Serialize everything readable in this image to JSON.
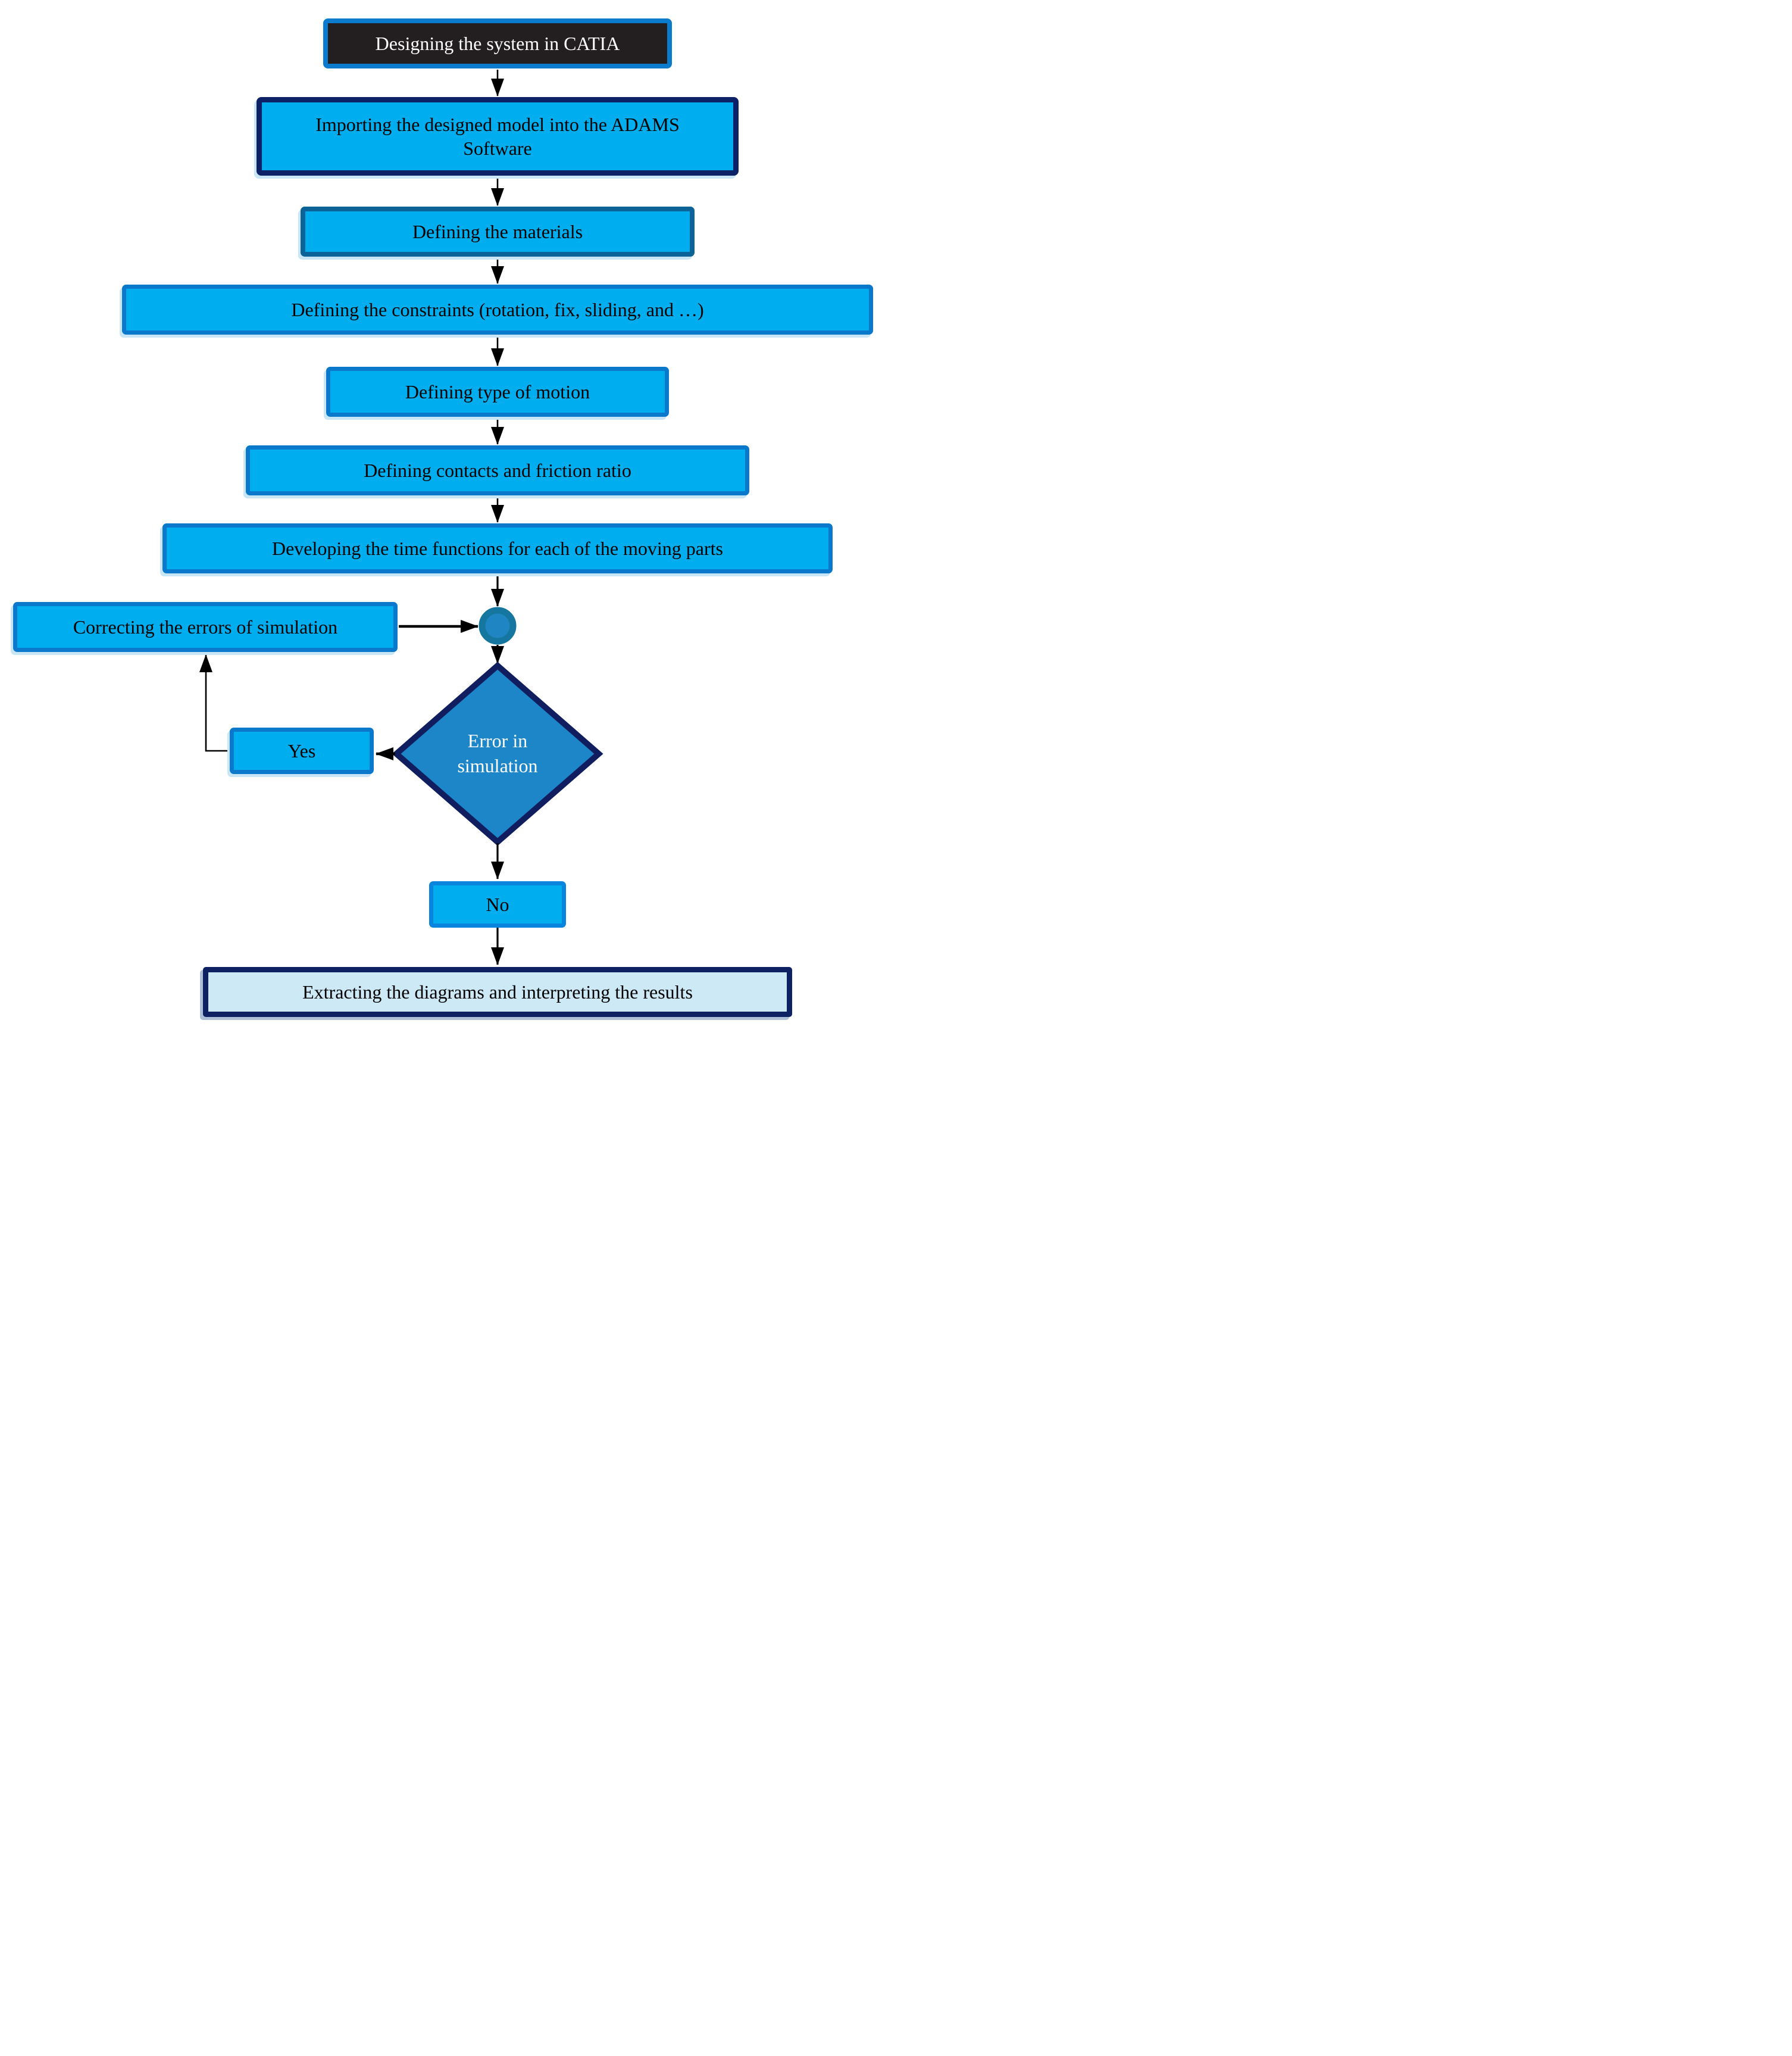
{
  "nodes": {
    "catia": {
      "label": "Designing the system in CATIA"
    },
    "import": {
      "label": "Importing the designed model into the ADAMS Software"
    },
    "materials": {
      "label": "Defining the materials"
    },
    "constraints": {
      "label": "Defining the constraints (rotation, fix, sliding, and …)"
    },
    "motion": {
      "label": "Defining type of motion"
    },
    "contacts": {
      "label": "Defining contacts and friction ratio"
    },
    "timefunctions": {
      "label": "Developing the time functions for each of the moving parts"
    },
    "correcting": {
      "label": "Correcting the errors of simulation"
    },
    "decision": {
      "label": "Error in simulation"
    },
    "yes": {
      "label": "Yes"
    },
    "no": {
      "label": "No"
    },
    "extract": {
      "label": "Extracting the diagrams and interpreting the results"
    }
  },
  "colors": {
    "node_fill": "#00aeef",
    "node_border": "#0a79cc",
    "materials_border": "#0b6397",
    "start_fill": "#231f20",
    "start_border": "#0b7ccd",
    "import_border": "#0d2167",
    "decision_fill": "#1d86c8",
    "decision_border": "#101e60",
    "connector_ring": "#15779f",
    "connector_fill": "#1f86c3",
    "end_fill": "#cde9f6",
    "end_border": "#0d2163",
    "arrow": "#000000"
  }
}
